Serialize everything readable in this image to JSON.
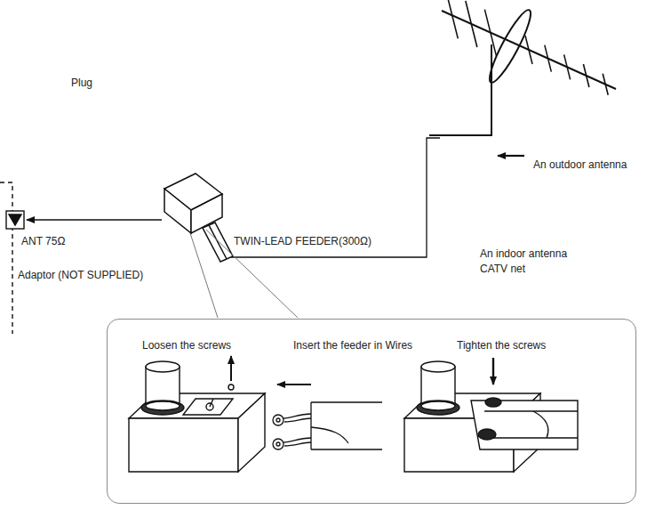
{
  "diagram": {
    "nodes": [
      {
        "text": [
          "Loosen the screws",
          "Insert the feeder in Wires",
          "Tighten the screws"
        ]
      }
    ],
    "labels": [
      "Plug",
      "ANT 75Ω",
      "Adaptor (NOT SUPPLIED)",
      "TWIN-LEAD FEEDER(300Ω)",
      "An outdoor antenna",
      "An indoor antenna",
      "CATV net"
    ]
  }
}
